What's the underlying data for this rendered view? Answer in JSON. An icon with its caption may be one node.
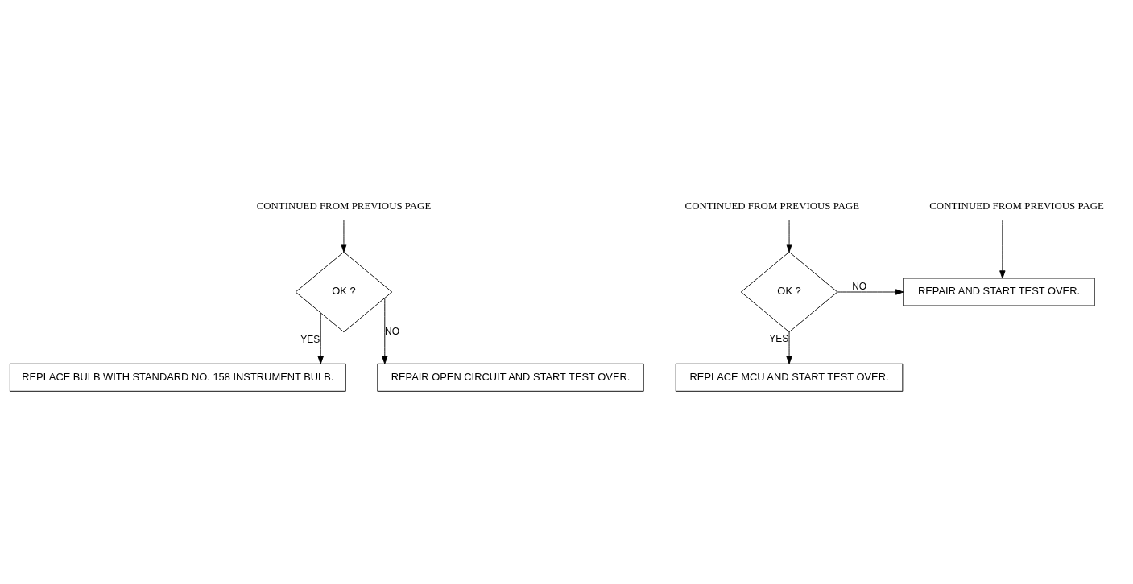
{
  "diagram": {
    "nodes": [
      {
        "text": [
          "CONTINUED FROM PREVIOUS PAGE"
        ]
      },
      {
        "text": [
          "CONTINUED FROM PREVIOUS PAGE"
        ]
      },
      {
        "text": [
          "CONTINUED FROM PREVIOUS PAGE"
        ]
      },
      {
        "text": [
          "OK ?"
        ]
      },
      {
        "text": [
          "OK ?"
        ]
      },
      {
        "text": [
          "REPAIR AND START TEST OVER."
        ]
      },
      {
        "text": [
          "REPLACE BULB WITH STANDARD NO. 158 INSTRUMENT BULB."
        ]
      },
      {
        "text": [
          "REPLACE MCU AND START TEST OVER."
        ]
      },
      {
        "text": [
          "REPAIR OPEN CIRCUIT AND START TEST OVER."
        ]
      }
    ],
    "edges": [
      {
        "from": 0,
        "to": 3,
        "arrow": "to"
      },
      {
        "from": 3,
        "to": 6,
        "arrow": "to",
        "label": "YES"
      },
      {
        "from": 3,
        "to": 8,
        "arrow": "to",
        "label": "NO"
      },
      {
        "from": 1,
        "to": 4,
        "arrow": "to"
      },
      {
        "from": 4,
        "to": 5,
        "arrow": "to",
        "label": "NO"
      },
      {
        "from": 4,
        "to": 7,
        "arrow": "to",
        "label": "YES"
      },
      {
        "from": 2,
        "to": 5,
        "arrow": "to"
      }
    ]
  }
}
